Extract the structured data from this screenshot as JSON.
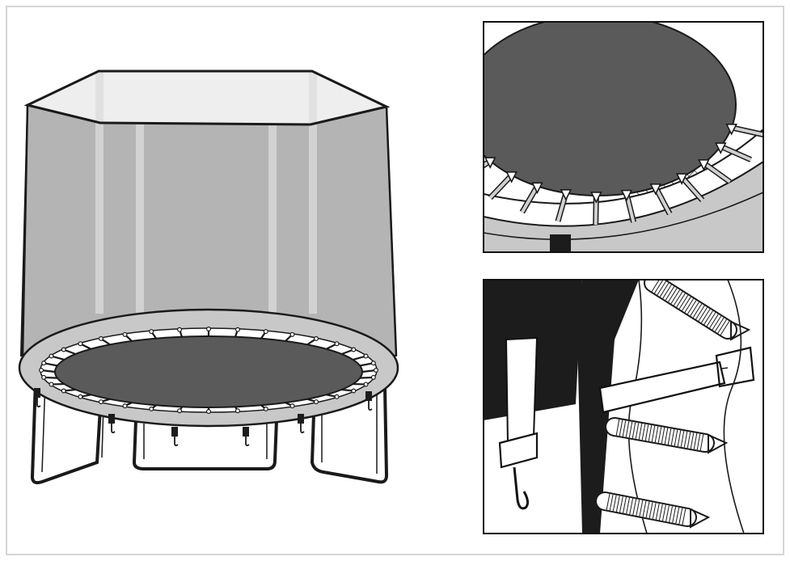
{
  "figure": {
    "panels": [
      {
        "id": "overview",
        "subject": "trampoline-with-safety-enclosure"
      },
      {
        "id": "detail-top",
        "subject": "mat-spring-attachment-closeup"
      },
      {
        "id": "detail-bottom",
        "subject": "net-strap-hook-closeup"
      }
    ],
    "colors": {
      "frame_border": "#d6d6d6",
      "line": "#1a1a1a",
      "mat": "#5a5a5a",
      "net": "#b4b4b4",
      "net_light": "#dcdcdc",
      "pad": "#c8c8c8",
      "panel_border": "#111111",
      "dark_fill": "#1c1c1c",
      "spring": "#d0d0d0"
    },
    "counts": {
      "springs_on_main_mat": 36,
      "legs": 4,
      "enclosure_poles": 6
    }
  }
}
